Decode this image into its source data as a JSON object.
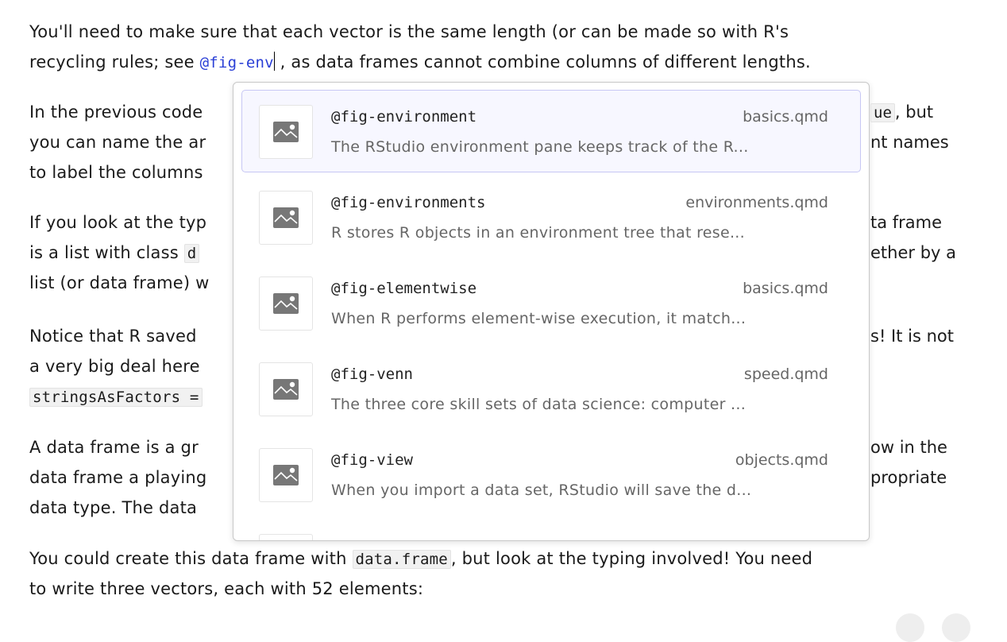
{
  "lines": [
    {
      "text": "You'll need to make sure that each vector is the same length (or can be made so with R's"
    },
    {
      "pre": "recycling rules; see ",
      "ref": "@fig-env",
      "post": " , as data frames cannot combine columns of different lengths."
    },
    {
      "text": "In the previous code",
      "right_code": "ue",
      "right": ", but"
    },
    {
      "text": "you can name the ar",
      "right": "nt names"
    },
    {
      "text": "to label the columns"
    },
    {
      "text": "If you look at the typ",
      "right": "ta frame"
    },
    {
      "pre": "is a list with class ",
      "code": "d",
      "right": "ether by a"
    },
    {
      "text": "list (or data frame) w"
    },
    {
      "text": "Notice that R saved",
      "right": "s! It is not"
    },
    {
      "text": "a very big deal here"
    },
    {
      "code": "stringsAsFactors ="
    },
    {
      "text": "A data frame is a gr",
      "right": "ow in the"
    },
    {
      "text": "data frame a playing",
      "right": "propriate"
    },
    {
      "text": "data type. The data"
    },
    {
      "pre": "You could create this data frame with ",
      "code": "data.frame",
      "post": ", but look at the typing involved! You need"
    },
    {
      "text": "to write three vectors, each with 52 elements:"
    }
  ],
  "popup": {
    "items": [
      {
        "title": "@fig-environment",
        "file": "basics.qmd",
        "desc": "The RStudio environment pane keeps track of the R...",
        "selected": true,
        "icon": "image-icon"
      },
      {
        "title": "@fig-environments",
        "file": "environments.qmd",
        "desc": "R stores R objects in an environment tree that rese...",
        "icon": "image-icon"
      },
      {
        "title": "@fig-elementwise",
        "file": "basics.qmd",
        "desc": "When R performs element-wise execution, it match...",
        "icon": "image-icon"
      },
      {
        "title": "@fig-venn",
        "file": "speed.qmd",
        "desc": "The three core skill sets of data science: computer ...",
        "icon": "image-icon"
      },
      {
        "title": "@fig-view",
        "file": "objects.qmd",
        "desc": "When you import a data set, RStudio will save the d...",
        "icon": "image-icon"
      }
    ]
  },
  "colors": {
    "ref": "#2a3fd6",
    "selected_bg": "#f7f7ff",
    "selected_border": "#c7c7f4"
  }
}
